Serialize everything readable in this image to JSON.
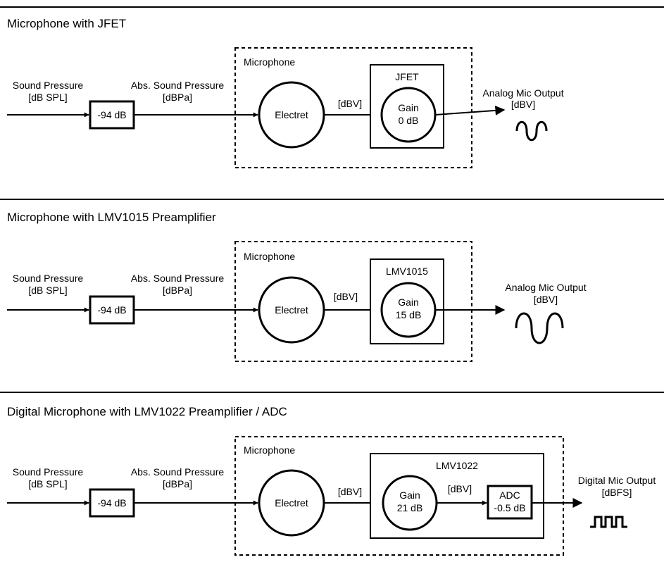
{
  "panels": [
    {
      "title": "Microphone with JFET",
      "input_label": [
        "Sound Pressure",
        "[dB SPL]"
      ],
      "abs_label": [
        "Abs. Sound Pressure",
        "[dBPa]"
      ],
      "offset_block": "-94 dB",
      "mic_label": "Microphone",
      "transducer": "Electret",
      "transducer_out_label": "[dBV]",
      "stage_label": "JFET",
      "gain_label": [
        "Gain",
        "0 dB"
      ],
      "output_label": [
        "Analog Mic Output",
        "[dBV]"
      ],
      "output_symbol": "small-sine-wave-icon"
    },
    {
      "title": "Microphone with LMV1015 Preamplifier",
      "input_label": [
        "Sound Pressure",
        "[dB SPL]"
      ],
      "abs_label": [
        "Abs. Sound Pressure",
        "[dBPa]"
      ],
      "offset_block": "-94 dB",
      "mic_label": "Microphone",
      "transducer": "Electret",
      "transducer_out_label": "[dBV]",
      "stage_label": "LMV1015",
      "gain_label": [
        "Gain",
        "15 dB"
      ],
      "output_label": [
        "Analog Mic Output",
        "[dBV]"
      ],
      "output_symbol": "large-sine-wave-icon"
    },
    {
      "title": "Digital Microphone with LMV1022 Preamplifier / ADC",
      "input_label": [
        "Sound Pressure",
        "[dB SPL]"
      ],
      "abs_label": [
        "Abs. Sound Pressure",
        "[dBPa]"
      ],
      "offset_block": "-94 dB",
      "mic_label": "Microphone",
      "transducer": "Electret",
      "transducer_out_label": "[dBV]",
      "stage_label": "LMV1022",
      "gain_label": [
        "Gain",
        "21 dB"
      ],
      "gain_out_label": "[dBV]",
      "adc_label": [
        "ADC",
        "-0.5 dB"
      ],
      "output_label": [
        "Digital Mic Output",
        "[dBFS]"
      ],
      "output_symbol": "square-wave-icon"
    }
  ]
}
